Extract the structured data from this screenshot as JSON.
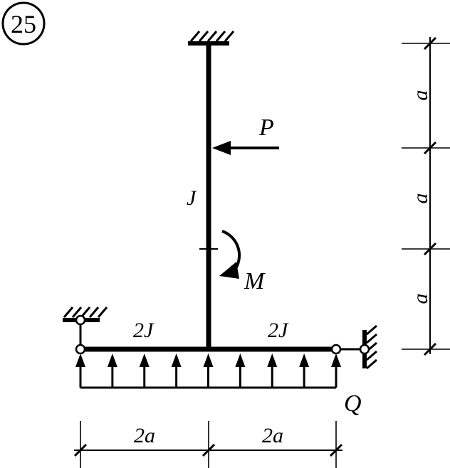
{
  "problem_number": "25",
  "labels": {
    "force": "P",
    "moment": "M",
    "column_stiffness": "J",
    "beam_left_stiffness": "2J",
    "beam_right_stiffness": "2J",
    "distributed_load": "Q"
  },
  "dimensions": {
    "vertical": [
      "a",
      "a",
      "a"
    ],
    "horizontal": [
      "2a",
      "2a"
    ]
  }
}
